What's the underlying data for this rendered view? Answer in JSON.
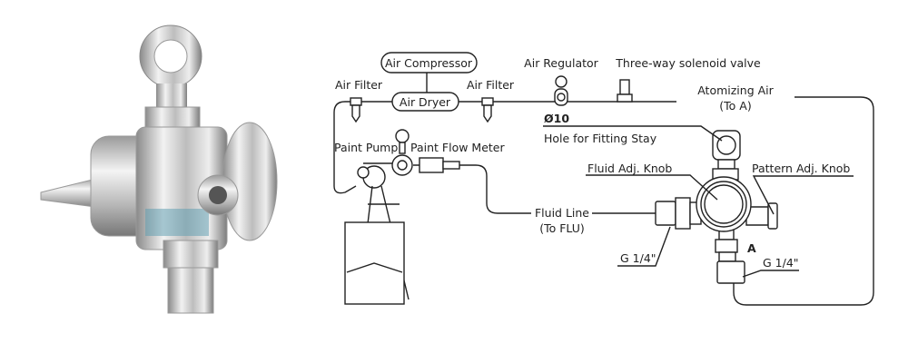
{
  "photo": {
    "subject": "spray-gun-product-photo"
  },
  "diagram": {
    "air_compressor": "Air Compressor",
    "air_dryer": "Air Dryer",
    "air_filter_left": "Air Filter",
    "air_filter_right": "Air Filter",
    "air_regulator": "Air Regulator",
    "solenoid_valve": "Three-way solenoid valve",
    "atomizing_air": "Atomizing Air",
    "atomizing_air_sub": "(To A)",
    "hole_diameter": "Ø10",
    "hole_label": "Hole for Fitting Stay",
    "paint_pump": "Paint Pump",
    "paint_flow_meter": "Paint Flow Meter",
    "fluid_adj_knob": "Fluid Adj. Knob",
    "pattern_adj_knob": "Pattern Adj. Knob",
    "fluid_line": "Fluid Line",
    "fluid_line_sub": "(To FLU)",
    "thread_left": "G 1/4\"",
    "thread_right": "G 1/4\"",
    "port_a": "A"
  }
}
